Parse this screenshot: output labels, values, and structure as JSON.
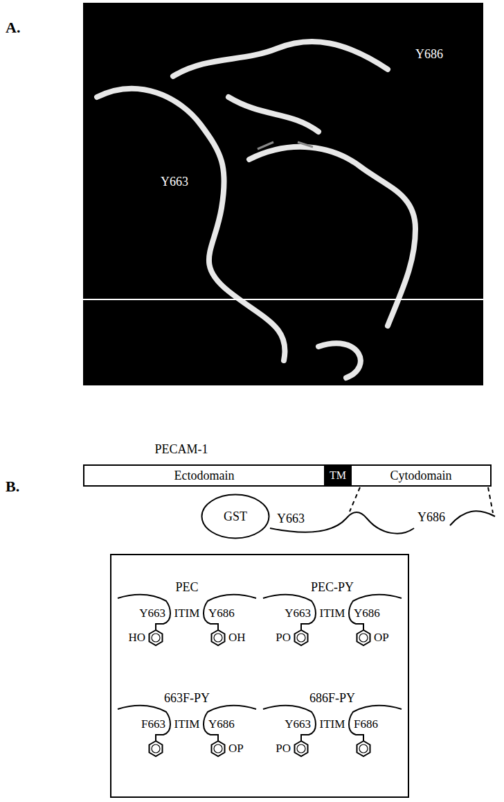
{
  "diagram": {
    "nodes": [
      {
        "text": [
          "Ectodomain"
        ]
      },
      {
        "text": [
          "TM"
        ]
      },
      {
        "text": [
          "Cytodomain"
        ]
      },
      {
        "text": [
          "GST"
        ]
      }
    ],
    "labels": [
      "A.",
      "Y686",
      "Y663",
      "B.",
      "PECAM-1",
      "Y663",
      "Y686",
      "PEC",
      "Y663",
      "ITIM",
      "Y686",
      "HO",
      "OH",
      "PEC-PY",
      "Y663",
      "ITIM",
      "Y686",
      "PO",
      "OP",
      "663F-PY",
      "F663",
      "ITIM",
      "Y686",
      "OP",
      "686F-PY",
      "Y663",
      "ITIM",
      "F686",
      "PO"
    ]
  }
}
